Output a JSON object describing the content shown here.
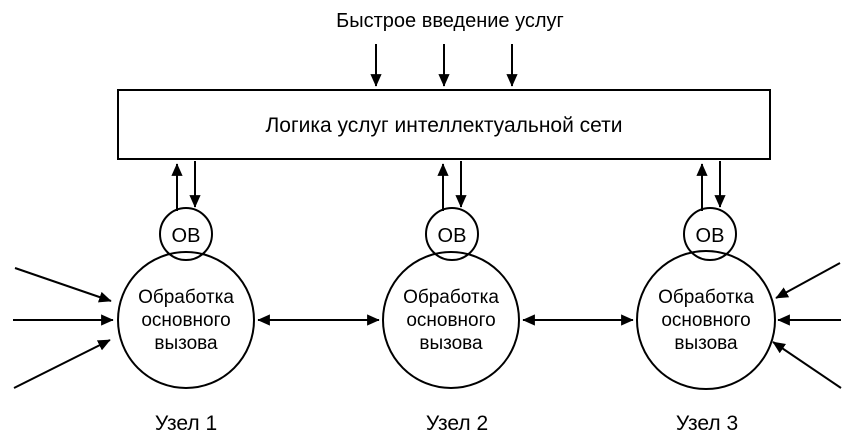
{
  "diagram": {
    "top_label": "Быстрое введение услуг",
    "logic_box_label": "Логика услуг интеллектуальной сети",
    "nodes": [
      {
        "ob_label": "ОВ",
        "circle_lines": [
          "Обработка",
          "основного",
          "вызова"
        ],
        "name": "Узел 1"
      },
      {
        "ob_label": "ОВ",
        "circle_lines": [
          "Обработка",
          "основного",
          "вызова"
        ],
        "name": "Узел 2"
      },
      {
        "ob_label": "ОВ",
        "circle_lines": [
          "Обработка",
          "основного",
          "вызова"
        ],
        "name": "Узел 3"
      }
    ],
    "colors": {
      "stroke": "#000000",
      "background": "#ffffff"
    }
  }
}
